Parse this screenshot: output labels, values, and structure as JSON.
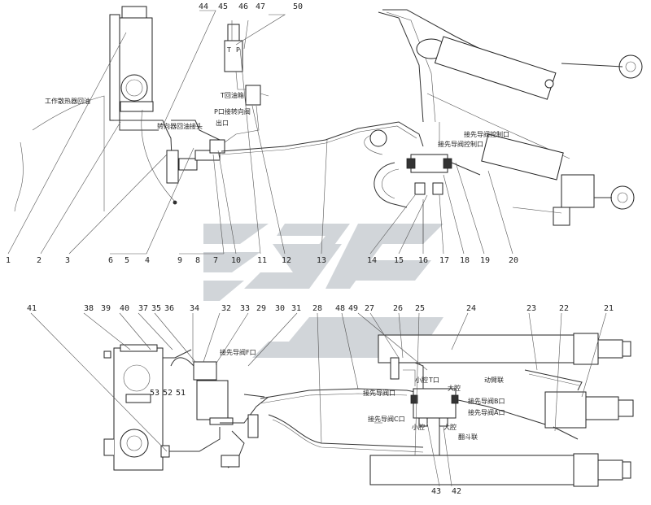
{
  "callouts_top": [
    "1",
    "2",
    "3",
    "6",
    "5",
    "4",
    "9",
    "8",
    "7",
    "10",
    "11",
    "12",
    "13",
    "14",
    "15",
    "16",
    "17",
    "18",
    "19",
    "20"
  ],
  "callouts_upper": [
    "44",
    "45",
    "46",
    "47",
    "50"
  ],
  "callouts_mid": [
    "41",
    "38",
    "39",
    "40",
    "37",
    "35",
    "36",
    "34",
    "32",
    "33",
    "29",
    "30",
    "31",
    "28",
    "48",
    "49",
    "27",
    "26",
    "25",
    "24",
    "23",
    "22",
    "21"
  ],
  "callouts_bottom": [
    "43",
    "42"
  ],
  "callouts_inner": [
    "53",
    "52",
    "51"
  ],
  "labels": {
    "radiator_return": "工作散热器回油",
    "steer_return": "转向器回油接头",
    "t_oil_return": "T回油箱",
    "p_steer_valve": "P口接转向阀",
    "outlet": "出口",
    "t_mark": "T",
    "p_mark": "P",
    "pilot_ctrl_1": "接先导阀控制口",
    "pilot_ctrl_2": "接先导阀控制口",
    "pilot_f": "接先导阀F口",
    "small_chamber_1": "小腔",
    "t_port": "T口",
    "big_chamber_1": "大腔",
    "moving_arm": "动臂联",
    "pilot_valve_port_1": "接先导阀口",
    "pilot_b": "接先导阀B口",
    "pilot_valve_c": "接先导阀C口",
    "pilot_a": "接先导阀A口",
    "small_chamber_2": "小腔",
    "big_chamber_2": "大腔",
    "tilt": "翻斗联"
  }
}
